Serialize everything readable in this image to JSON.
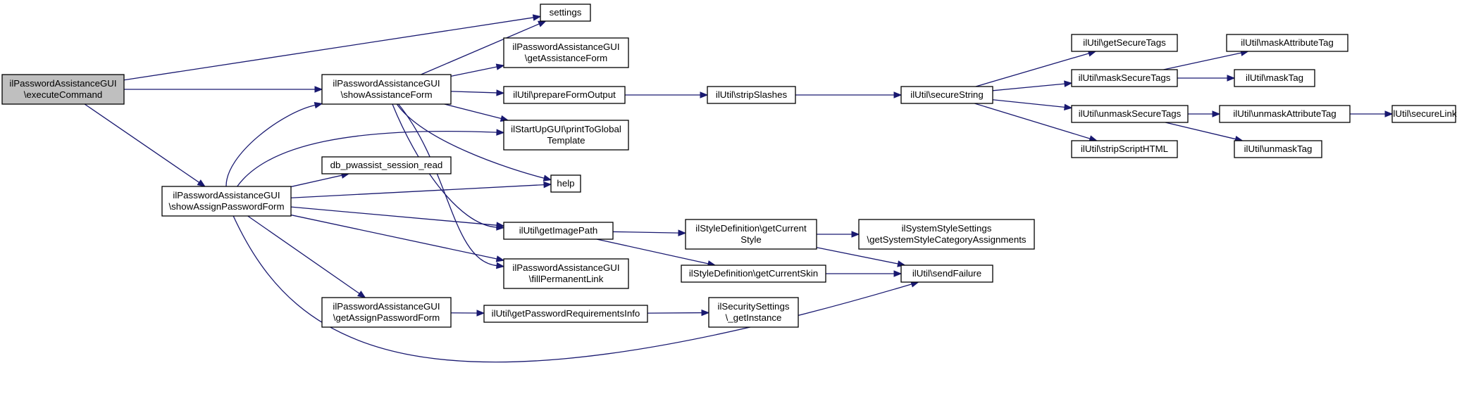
{
  "nodes": [
    {
      "id": "execCmd",
      "lines": [
        "ilPasswordAssistanceGUI",
        "\\executeCommand"
      ],
      "root": true
    },
    {
      "id": "settings",
      "lines": [
        "settings"
      ]
    },
    {
      "id": "showAssist",
      "lines": [
        "ilPasswordAssistanceGUI",
        "\\showAssistanceForm"
      ]
    },
    {
      "id": "showAssign",
      "lines": [
        "ilPasswordAssistanceGUI",
        "\\showAssignPasswordForm"
      ]
    },
    {
      "id": "getAssistForm",
      "lines": [
        "ilPasswordAssistanceGUI",
        "\\getAssistanceForm"
      ]
    },
    {
      "id": "prepFormOut",
      "lines": [
        "ilUtil\\prepareFormOutput"
      ]
    },
    {
      "id": "printGlobal",
      "lines": [
        "ilStartUpGUI\\printToGlobal",
        "Template"
      ]
    },
    {
      "id": "dbSess",
      "lines": [
        "db_pwassist_session_read"
      ]
    },
    {
      "id": "help",
      "lines": [
        "help"
      ]
    },
    {
      "id": "getImgPath",
      "lines": [
        "ilUtil\\getImagePath"
      ]
    },
    {
      "id": "fillPerm",
      "lines": [
        "ilPasswordAssistanceGUI",
        "\\fillPermanentLink"
      ]
    },
    {
      "id": "getAssignForm",
      "lines": [
        "ilPasswordAssistanceGUI",
        "\\getAssignPasswordForm"
      ]
    },
    {
      "id": "getPwReq",
      "lines": [
        "ilUtil\\getPasswordRequirementsInfo"
      ]
    },
    {
      "id": "stripSlashes",
      "lines": [
        "ilUtil\\stripSlashes"
      ]
    },
    {
      "id": "styleGetCurStyle",
      "lines": [
        "ilStyleDefinition\\getCurrent",
        "Style"
      ]
    },
    {
      "id": "styleGetCurSkin",
      "lines": [
        "ilStyleDefinition\\getCurrentSkin"
      ]
    },
    {
      "id": "secGetInst",
      "lines": [
        "ilSecuritySettings",
        "\\_getInstance"
      ]
    },
    {
      "id": "secString",
      "lines": [
        "ilUtil\\secureString"
      ]
    },
    {
      "id": "sysStyle",
      "lines": [
        "ilSystemStyleSettings",
        "\\getSystemStyleCategoryAssignments"
      ]
    },
    {
      "id": "sendFail",
      "lines": [
        "ilUtil\\sendFailure"
      ]
    },
    {
      "id": "getSecTags",
      "lines": [
        "ilUtil\\getSecureTags"
      ]
    },
    {
      "id": "maskSecTags",
      "lines": [
        "ilUtil\\maskSecureTags"
      ]
    },
    {
      "id": "unmaskSecTags",
      "lines": [
        "ilUtil\\unmaskSecureTags"
      ]
    },
    {
      "id": "stripScript",
      "lines": [
        "ilUtil\\stripScriptHTML"
      ]
    },
    {
      "id": "maskAttr",
      "lines": [
        "ilUtil\\maskAttributeTag"
      ]
    },
    {
      "id": "maskTag",
      "lines": [
        "ilUtil\\maskTag"
      ]
    },
    {
      "id": "unmaskAttr",
      "lines": [
        "ilUtil\\unmaskAttributeTag"
      ]
    },
    {
      "id": "unmaskTag",
      "lines": [
        "ilUtil\\unmaskTag"
      ]
    },
    {
      "id": "secLink",
      "lines": [
        "ilUtil\\secureLink"
      ]
    }
  ],
  "edges": [
    [
      "execCmd",
      "settings"
    ],
    [
      "execCmd",
      "showAssist"
    ],
    [
      "execCmd",
      "showAssign"
    ],
    [
      "showAssist",
      "settings"
    ],
    [
      "showAssist",
      "getAssistForm"
    ],
    [
      "showAssist",
      "prepFormOut"
    ],
    [
      "showAssist",
      "printGlobal"
    ],
    [
      "showAssist",
      "help"
    ],
    [
      "showAssist",
      "getImgPath"
    ],
    [
      "showAssist",
      "fillPerm"
    ],
    [
      "showAssign",
      "showAssist"
    ],
    [
      "showAssign",
      "printGlobal"
    ],
    [
      "showAssign",
      "dbSess"
    ],
    [
      "showAssign",
      "help"
    ],
    [
      "showAssign",
      "getImgPath"
    ],
    [
      "showAssign",
      "fillPerm"
    ],
    [
      "showAssign",
      "getAssignForm"
    ],
    [
      "showAssign",
      "sendFail"
    ],
    [
      "getAssignForm",
      "getPwReq"
    ],
    [
      "getPwReq",
      "secGetInst"
    ],
    [
      "prepFormOut",
      "stripSlashes"
    ],
    [
      "stripSlashes",
      "secString"
    ],
    [
      "getImgPath",
      "styleGetCurStyle"
    ],
    [
      "getImgPath",
      "styleGetCurSkin"
    ],
    [
      "styleGetCurStyle",
      "sysStyle"
    ],
    [
      "styleGetCurStyle",
      "sendFail"
    ],
    [
      "styleGetCurSkin",
      "sendFail"
    ],
    [
      "secString",
      "getSecTags"
    ],
    [
      "secString",
      "maskSecTags"
    ],
    [
      "secString",
      "unmaskSecTags"
    ],
    [
      "secString",
      "stripScript"
    ],
    [
      "maskSecTags",
      "maskAttr"
    ],
    [
      "maskSecTags",
      "maskTag"
    ],
    [
      "unmaskSecTags",
      "unmaskAttr"
    ],
    [
      "unmaskSecTags",
      "unmaskTag"
    ],
    [
      "unmaskAttr",
      "secLink"
    ]
  ],
  "colors": {
    "edge": "#191970",
    "root_fill": "#bfbfbf",
    "node_fill": "#ffffff",
    "border": "#000000"
  }
}
